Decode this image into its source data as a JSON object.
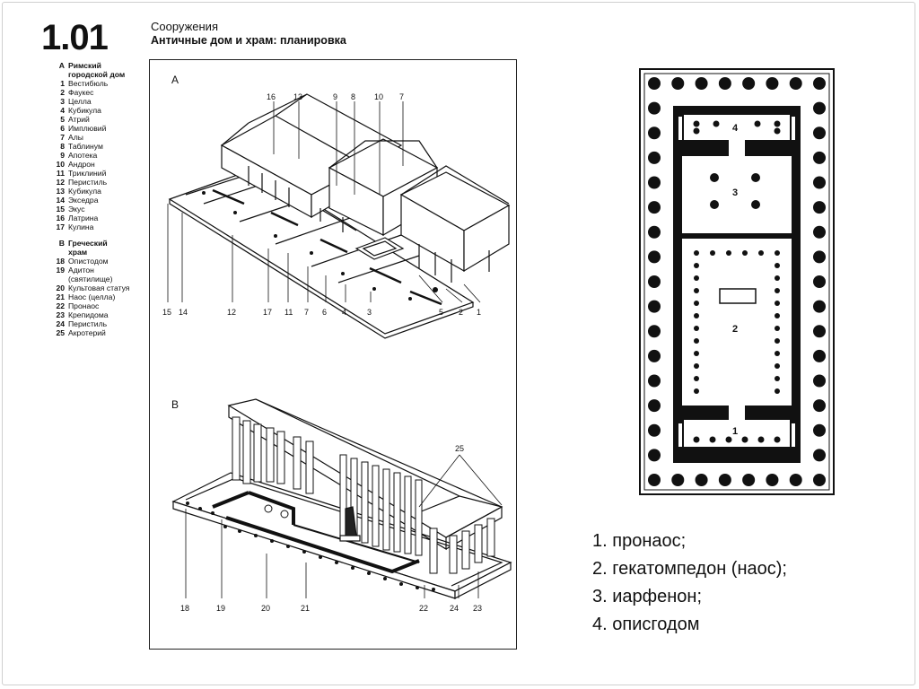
{
  "header": {
    "number": "1.01",
    "title1": "Сооружения",
    "title2": "Античные дом и храм: планировка"
  },
  "legend": [
    {
      "n": "A",
      "t": "Римский",
      "head": true
    },
    {
      "n": "",
      "t": "городской дом",
      "head": true
    },
    {
      "n": "1",
      "t": "Вестибюль"
    },
    {
      "n": "2",
      "t": "Фаукес"
    },
    {
      "n": "3",
      "t": "Целла"
    },
    {
      "n": "4",
      "t": "Кубикула"
    },
    {
      "n": "5",
      "t": "Атрий"
    },
    {
      "n": "6",
      "t": "Имплювий"
    },
    {
      "n": "7",
      "t": "Алы"
    },
    {
      "n": "8",
      "t": "Таблинум"
    },
    {
      "n": "9",
      "t": "Апотека"
    },
    {
      "n": "10",
      "t": "Андрон"
    },
    {
      "n": "11",
      "t": "Триклиний"
    },
    {
      "n": "12",
      "t": "Перистиль"
    },
    {
      "n": "13",
      "t": "Кубикула"
    },
    {
      "n": "14",
      "t": "Экседра"
    },
    {
      "n": "15",
      "t": "Экус"
    },
    {
      "n": "16",
      "t": "Латрина"
    },
    {
      "n": "17",
      "t": "Кулина"
    },
    {
      "gap": true
    },
    {
      "n": "B",
      "t": "Греческий",
      "head": true
    },
    {
      "n": "",
      "t": "храм",
      "head": true
    },
    {
      "n": "18",
      "t": "Опистодом"
    },
    {
      "n": "19",
      "t": "Адитон"
    },
    {
      "n": "",
      "t": "(святилище)"
    },
    {
      "n": "20",
      "t": "Культовая статуя"
    },
    {
      "n": "21",
      "t": "Наос (целла)"
    },
    {
      "n": "22",
      "t": "Пронаос"
    },
    {
      "n": "23",
      "t": "Крепидома"
    },
    {
      "n": "24",
      "t": "Перистиль"
    },
    {
      "n": "25",
      "t": "Акротерий"
    }
  ],
  "diagram": {
    "section_a": "A",
    "section_b": "B",
    "a_top_labels": [
      "16",
      "13",
      "9",
      "8",
      "10",
      "7"
    ],
    "a_bottom_labels": [
      "15",
      "14",
      "12",
      "17",
      "11",
      "7",
      "6",
      "4",
      "3",
      "5",
      "2",
      "1"
    ],
    "b_top_labels": [
      "25"
    ],
    "b_bottom_labels": [
      "18",
      "19",
      "20",
      "21",
      "22",
      "24",
      "23"
    ]
  },
  "plan": {
    "labels": [
      "4",
      "3",
      "2",
      "1"
    ]
  },
  "caption": [
    "1. пронаос;",
    "2. гекатомпедон (наос);",
    "3. иарфенон;",
    "4. описгодом"
  ]
}
